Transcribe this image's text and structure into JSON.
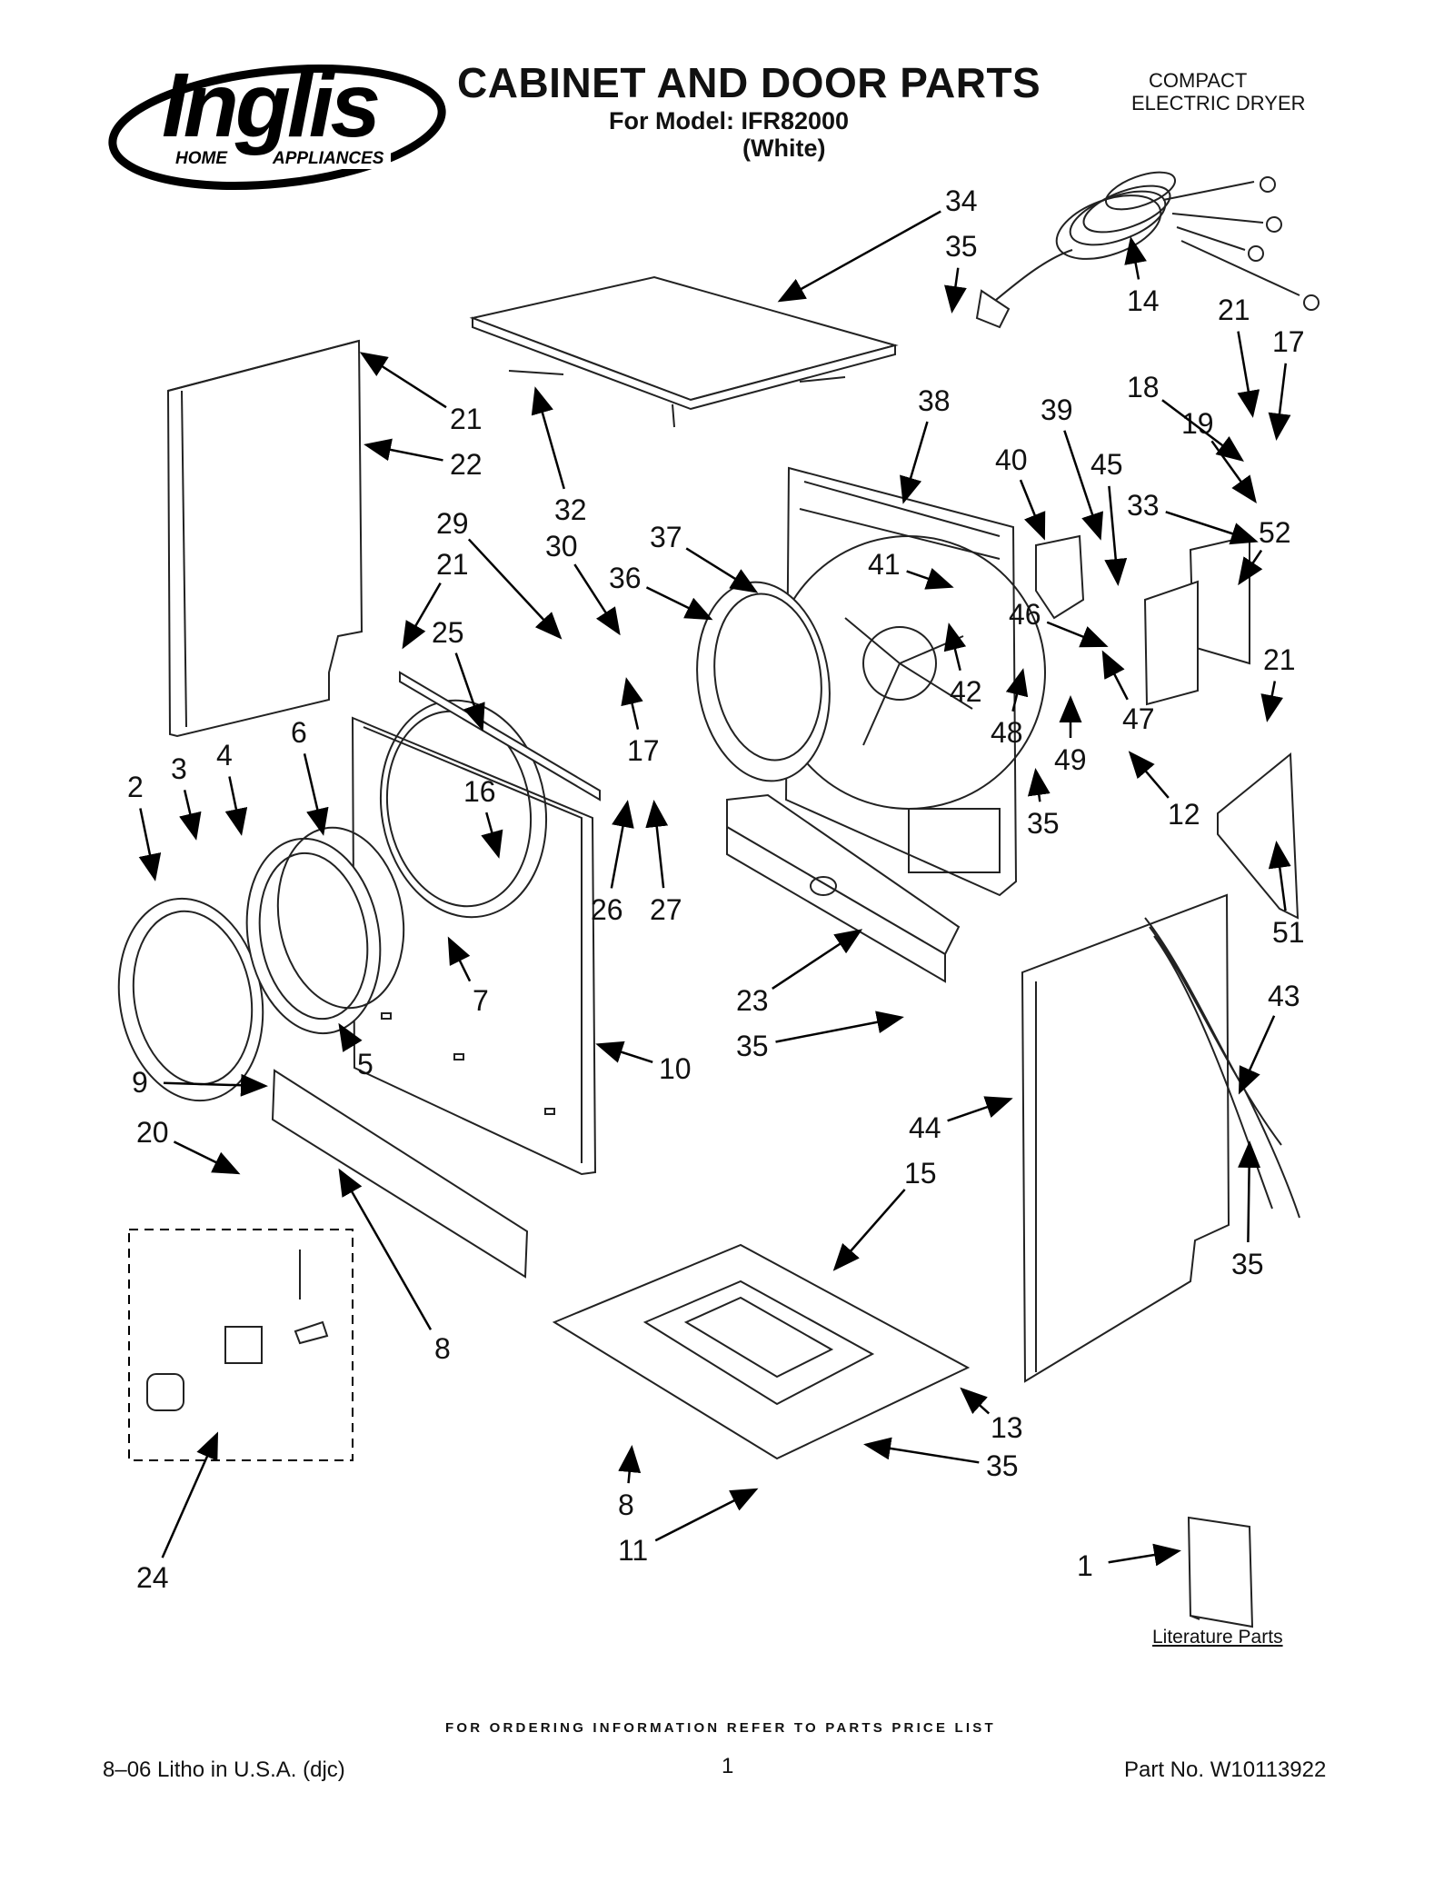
{
  "header": {
    "brand_name": "Inglis",
    "brand_tagline_left": "HOME",
    "brand_tagline_right": "APPLIANCES",
    "title": "CABINET AND DOOR PARTS",
    "model_line": "For Model: IFR82000",
    "color_line": "(White)",
    "category_line1": "COMPACT",
    "category_line2": "ELECTRIC DRYER"
  },
  "callouts": [
    "34",
    "35",
    "14",
    "21",
    "17",
    "18",
    "19",
    "21",
    "22",
    "32",
    "38",
    "39",
    "40",
    "45",
    "33",
    "52",
    "29",
    "30",
    "21",
    "37",
    "36",
    "41",
    "46",
    "25",
    "17",
    "42",
    "47",
    "21",
    "48",
    "49",
    "12",
    "35",
    "2",
    "3",
    "4",
    "6",
    "16",
    "26",
    "27",
    "51",
    "43",
    "7",
    "23",
    "35",
    "5",
    "10",
    "9",
    "44",
    "20",
    "15",
    "8",
    "35",
    "13",
    "35",
    "8",
    "11",
    "24",
    "1"
  ],
  "literature_label": "Literature Parts",
  "footer": {
    "ordering_note": "FOR ORDERING INFORMATION REFER TO PARTS PRICE LIST",
    "litho": "8–06 Litho in U.S.A. (djc)",
    "page_number": "1",
    "part_number": "Part No. W10113922"
  },
  "colors": {
    "ink": "#111111",
    "background": "#ffffff"
  }
}
